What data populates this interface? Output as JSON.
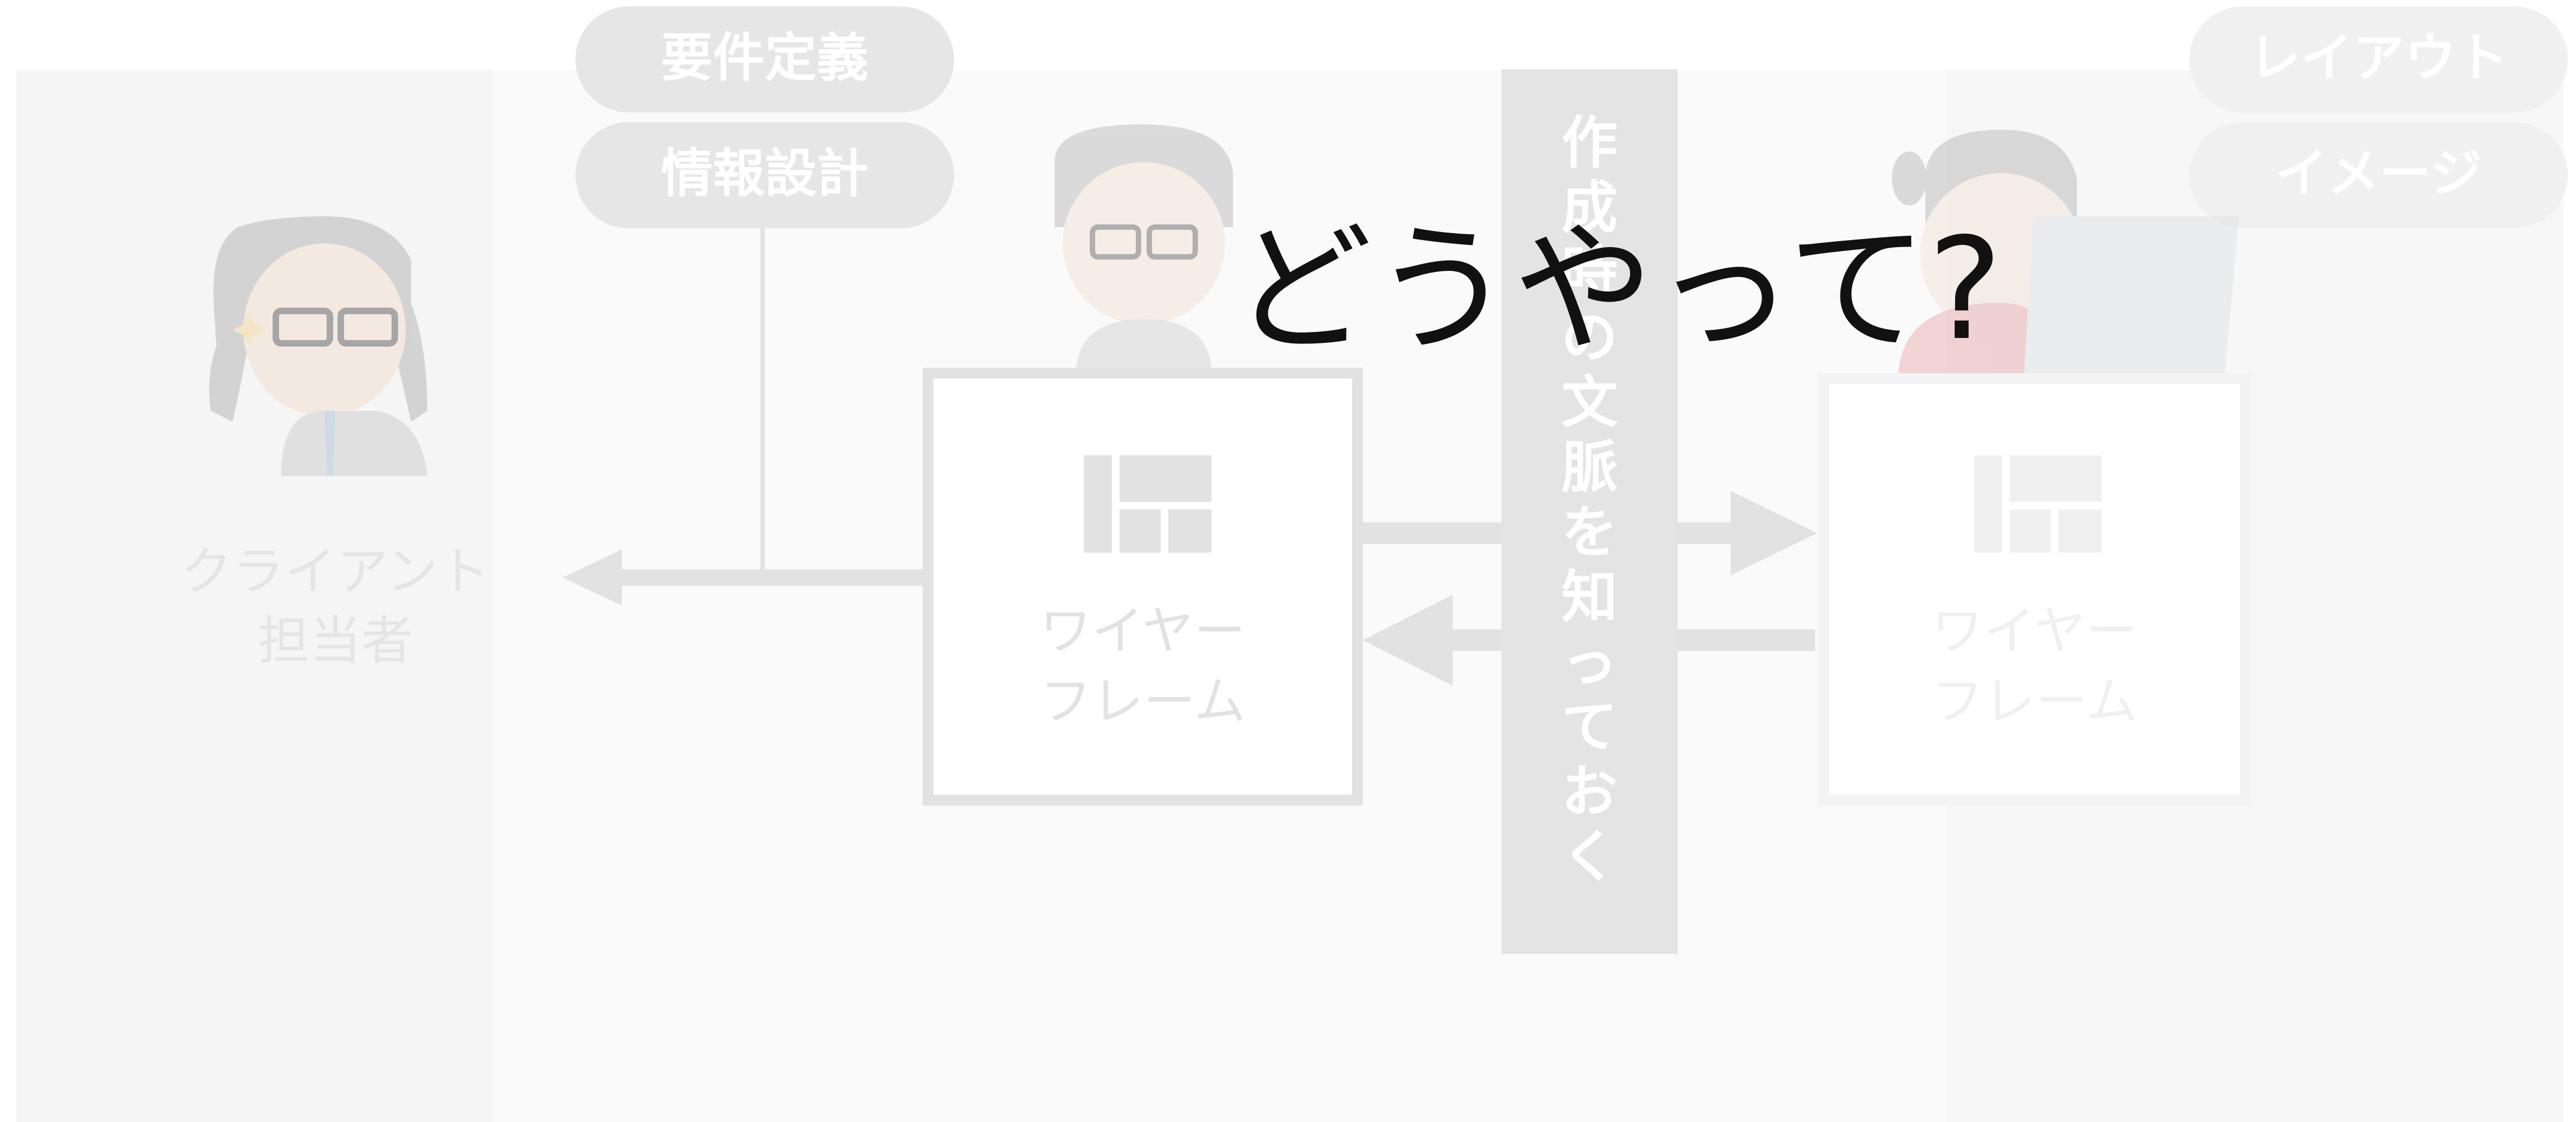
{
  "colors": {
    "background": "#fafafa",
    "panel": "#f3f3f3",
    "pill_bg": "#e6e6e6",
    "pill_text": "#ffffff",
    "line": "#e2e2e2",
    "box_border": "#e2e2e2",
    "faint_text": "#e5e5e5",
    "overlay_text": "#111111",
    "context_bar": "#e4e4e4"
  },
  "pills_left": [
    "要件定義",
    "情報設計"
  ],
  "pills_right": [
    "レイアウト",
    "イメージ"
  ],
  "client": {
    "line1": "クライアント",
    "line2": "担当者"
  },
  "wireframe_center": {
    "line1": "ワイヤー",
    "line2": "フレーム"
  },
  "wireframe_right": {
    "line1": "ワイヤー",
    "line2": "フレーム"
  },
  "context_bar": {
    "chars": [
      "作",
      "成",
      "時",
      "の",
      "文",
      "脈",
      "を",
      "知",
      "っ",
      "て",
      "お",
      "く"
    ]
  },
  "overlay_question": "どうやって?",
  "icons": {
    "client_person": "businessman-glasses-icon",
    "planner_person": "planner-glasses-icon",
    "designer_person": "designer-laptop-icon",
    "wireframe": "wireframe-layout-icon"
  }
}
